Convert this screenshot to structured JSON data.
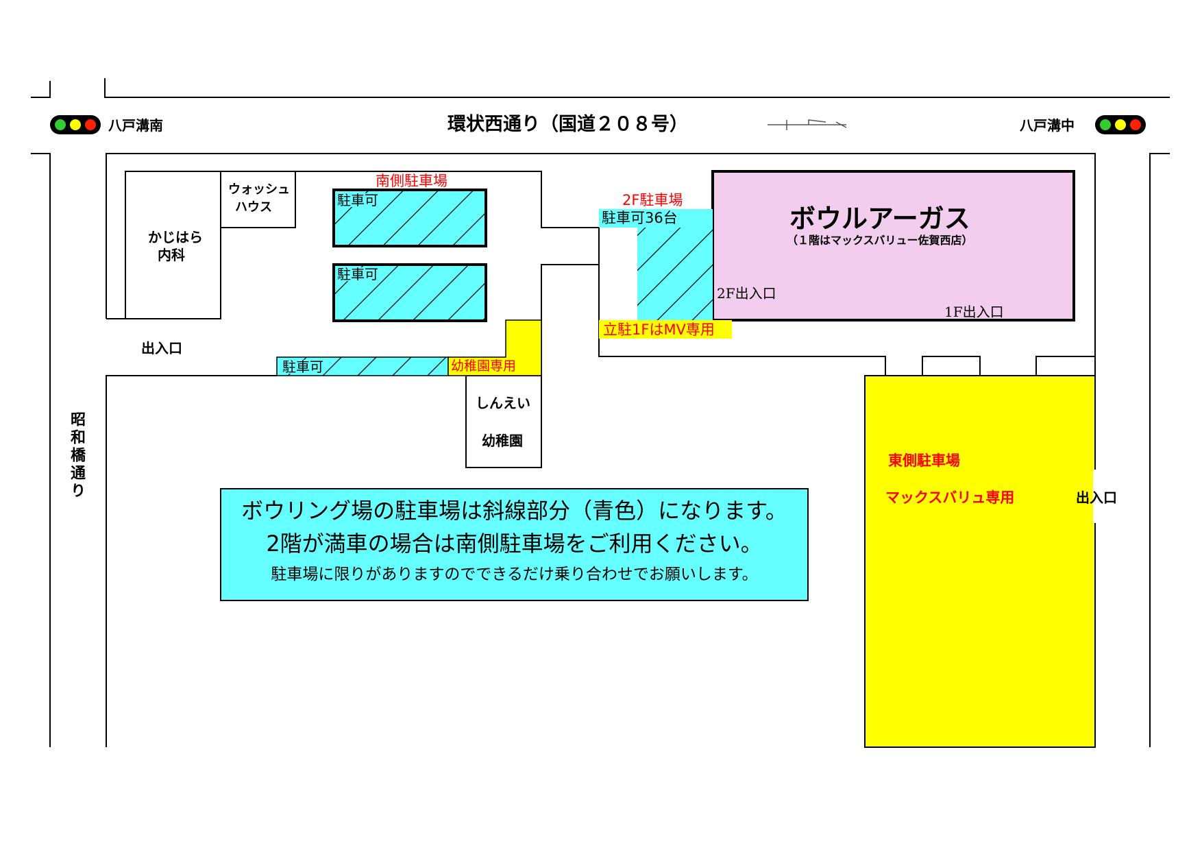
{
  "road_top": "環状西通り（国道２０８号）",
  "road_left": "昭和橋通り",
  "signal_left": "八戸溝南",
  "signal_right": "八戸溝中",
  "colors": {
    "parking": "#66ffff",
    "yellow": "#ffff00",
    "bowl": "#f2cdee",
    "red": "#ff0000"
  },
  "buildings": {
    "kajihara": [
      "かじはら",
      "内科"
    ],
    "wash": [
      "ウォッシュ",
      "ハウス"
    ],
    "shinei": [
      "しんえい",
      "幼稚園"
    ],
    "bowl_name": "ボウルアーガス",
    "bowl_sub": "（１階はマックスバリュー佐賀西店）"
  },
  "parking": {
    "south_title": "南側駐車場",
    "lot_a": "駐車可",
    "lot_b": "駐車可",
    "strip": "駐車可",
    "kinder_only": "幼稚園専用",
    "f2_title": "2F駐車場",
    "f2_lot": "駐車可36台",
    "f1_mv": "立駐1FはMV専用",
    "east_title": "東側駐車場",
    "east_only": "マックスバリュ専用"
  },
  "entrances": {
    "left": "出入口",
    "right": "出入口",
    "bowl_2f": "2F出入口",
    "bowl_1f": "1F出入口"
  },
  "notice": {
    "line1": "ボウリング場の駐車場は斜線部分（青色）になります。",
    "line2": "2階が満車の場合は南側駐車場をご利用ください。",
    "line3": "駐車場に限りがありますのでできるだけ乗り合わせでお願いします。"
  }
}
